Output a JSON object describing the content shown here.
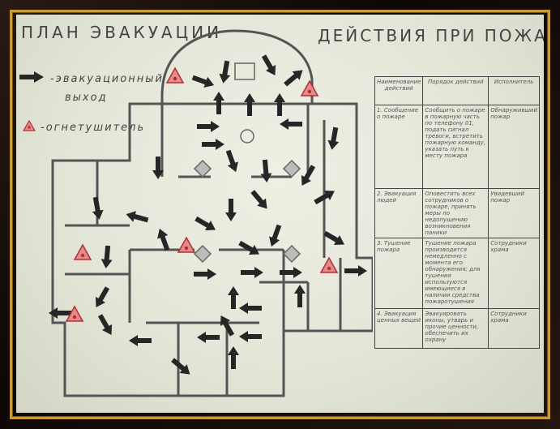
{
  "sign": {
    "title_left": "ПЛАН ЭВАКУАЦИИ",
    "title_right": "ДЕЙСТВИЯ ПРИ ПОЖАРЕ:"
  },
  "legend": {
    "exit_line1": "-эвакуационный",
    "exit_line2": "выход",
    "extinguisher": "-огнетушитель",
    "exit_icon": "arrow-icon",
    "extinguisher_icon": "triangle-icon"
  },
  "table": {
    "headers": [
      "Наименование действий",
      "Порядок действий",
      "Исполнитель"
    ],
    "rows": [
      [
        "1. Сообщение о пожаре",
        "Сообщить о пожаре в пожарную часть по телефону 01, подать сигнал тревоги, встретить пожарную команду, указать путь к месту пожара",
        "Обнаруживший пожар"
      ],
      [
        "2. Эвакуация людей",
        "Оповестить всех сотрудников о пожаре, принять меры по недопущению возникновения паники",
        "Увидевший пожар"
      ],
      [
        "3. Тушение пожара",
        "Тушение пожара производится немедленно с момента его обнаружения; для тушения используются имеющиеся в наличии средства пожаротушения",
        "Сотрудники храма"
      ],
      [
        "4. Эвакуация ценных вещей",
        "Эвакуировать иконы, утварь и прочие ценности, обеспечить их охрану",
        "Сотрудники храма"
      ]
    ]
  },
  "colors": {
    "paper": "#e6e8da",
    "ink": "#444444",
    "arrow": "#262626",
    "extinguisher": "#c0393b",
    "frame_gold": "#c99a3a"
  }
}
